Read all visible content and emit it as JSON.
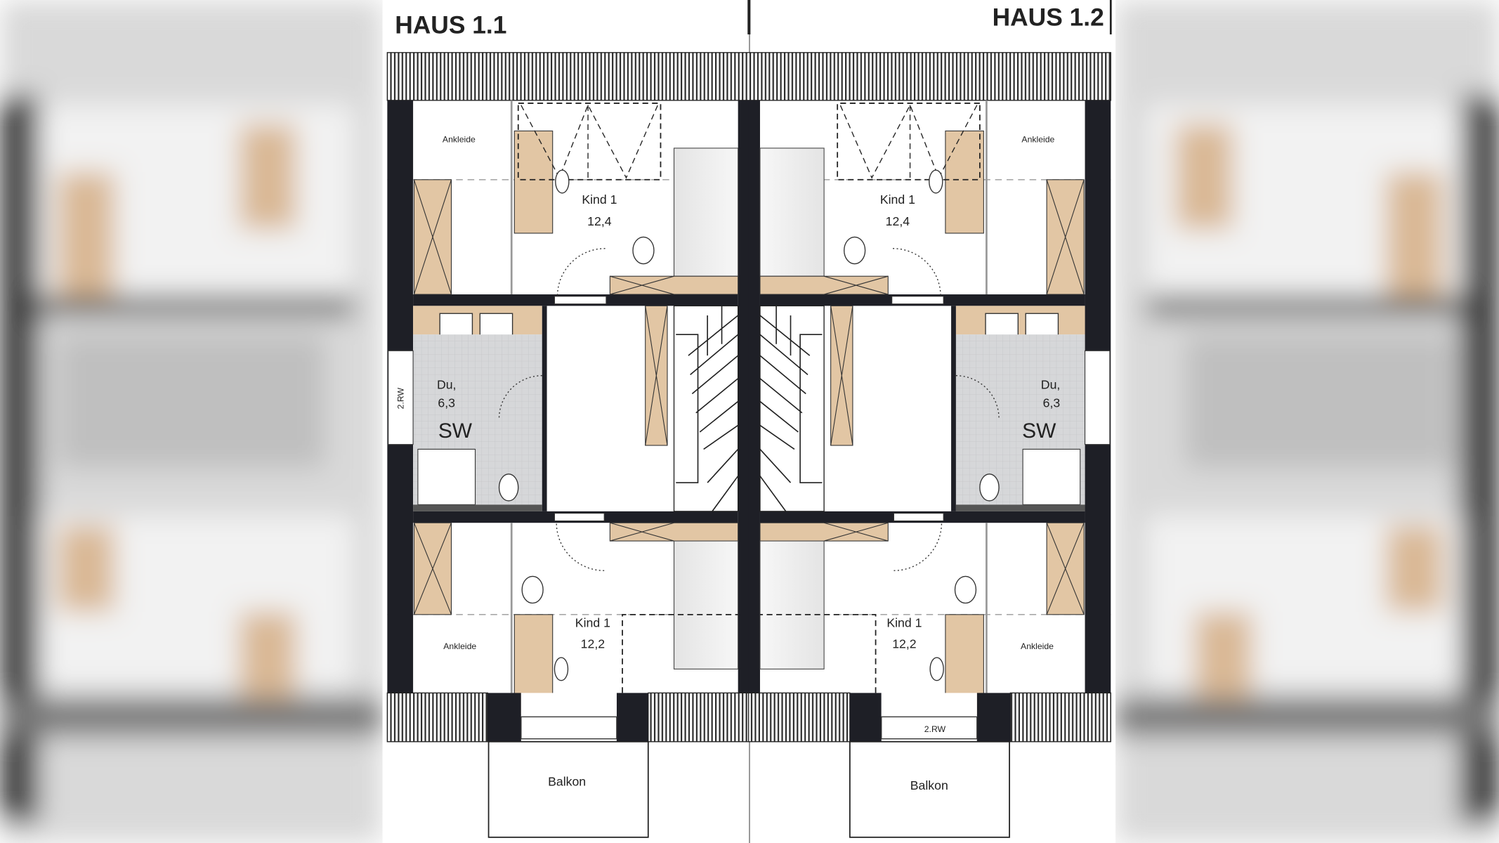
{
  "colors": {
    "wall": "#1e1f26",
    "wood": "#e2c6a4",
    "tile": "#d6d7d9",
    "hatch": "#2a2a2a",
    "background_blur": "#cfcfcf"
  },
  "houses": [
    {
      "title": "HAUS 1.1",
      "upper_dressing": "Ankleide",
      "upper_room": {
        "name": "Kind 1",
        "area": "12,4"
      },
      "bath": {
        "name": "Du,",
        "area": "6,3",
        "mark": "SW"
      },
      "window_label": "2.RW",
      "lower_room": {
        "name": "Kind 1",
        "area": "12,2"
      },
      "lower_dressing": "Ankleide",
      "balcony": "Balkon"
    },
    {
      "title": "HAUS 1.2",
      "upper_dressing": "Ankleide",
      "upper_room": {
        "name": "Kind 1",
        "area": "12,4"
      },
      "bath": {
        "name": "Du,",
        "area": "6,3",
        "mark": "SW"
      },
      "window_label": "2.RW",
      "lower_room": {
        "name": "Kind 1",
        "area": "12,2"
      },
      "lower_dressing": "Ankleide",
      "balcony": "Balkon"
    }
  ]
}
